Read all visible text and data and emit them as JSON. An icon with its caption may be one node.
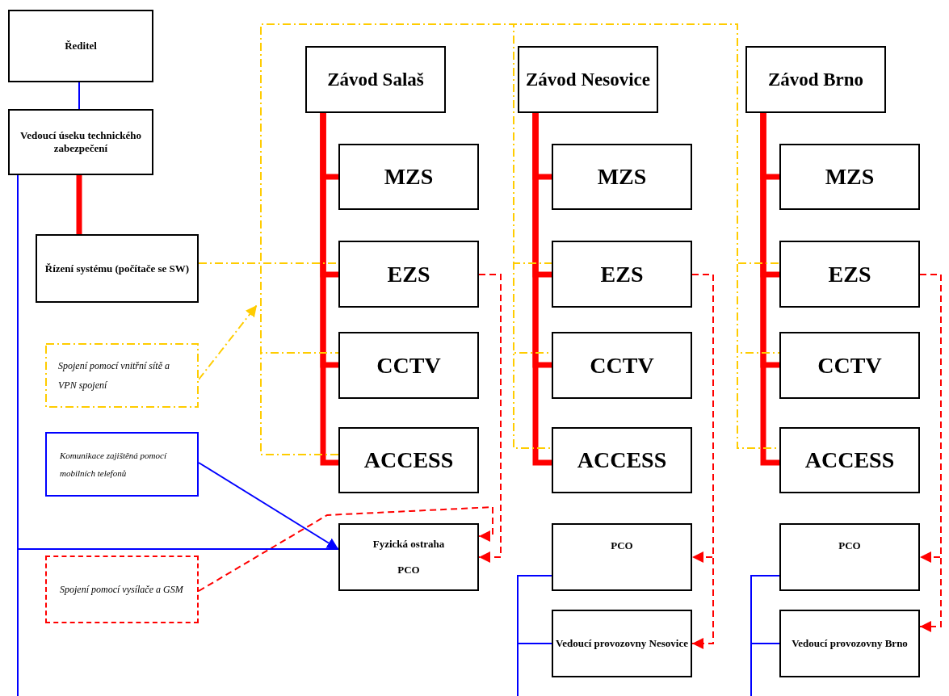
{
  "diagram": {
    "nodes": [
      {
        "text": [
          "Ředitel"
        ]
      },
      {
        "text": [
          "Vedoucí úseku technického zabezpečení"
        ]
      },
      {
        "text": [
          "Řízení systému (počítače se SW)"
        ]
      },
      {
        "text": [
          "Spojení pomocí vnitřní sítě a VPN spojení"
        ]
      },
      {
        "text": [
          "Komunikace zajištěná pomocí mobilních telefonů"
        ]
      },
      {
        "text": [
          "Spojení pomocí vysílače a GSM"
        ]
      },
      {
        "text": [
          "Závod Salaš"
        ]
      },
      {
        "text": [
          "MZS"
        ]
      },
      {
        "text": [
          "EZS"
        ]
      },
      {
        "text": [
          "CCTV"
        ]
      },
      {
        "text": [
          "ACCESS"
        ]
      },
      {
        "text": [
          "Fyzická ostraha",
          "PCO"
        ]
      },
      {
        "text": [
          "Závod Nesovice"
        ]
      },
      {
        "text": [
          "MZS"
        ]
      },
      {
        "text": [
          "EZS"
        ]
      },
      {
        "text": [
          "CCTV"
        ]
      },
      {
        "text": [
          "ACCESS"
        ]
      },
      {
        "text": [
          "PCO"
        ]
      },
      {
        "text": [
          "Vedoucí provozovny Nesovice"
        ]
      },
      {
        "text": [
          "Závod Brno"
        ]
      },
      {
        "text": [
          "MZS"
        ]
      },
      {
        "text": [
          "EZS"
        ]
      },
      {
        "text": [
          "CCTV"
        ]
      },
      {
        "text": [
          "ACCESS"
        ]
      },
      {
        "text": [
          "PCO"
        ]
      },
      {
        "text": [
          "Vedoucí provozovny Brno"
        ]
      }
    ],
    "edges": [
      {
        "from": 0,
        "to": 1,
        "arrow": "none",
        "color": "#0000ff"
      },
      {
        "from": 1,
        "to": 2,
        "arrow": "none",
        "style": "thick"
      },
      {
        "from": 6,
        "to": 7,
        "arrow": "none",
        "style": "thick"
      },
      {
        "from": 6,
        "to": 8,
        "arrow": "none",
        "style": "thick"
      },
      {
        "from": 6,
        "to": 9,
        "arrow": "none",
        "style": "thick"
      },
      {
        "from": 6,
        "to": 10,
        "arrow": "none",
        "style": "thick"
      },
      {
        "from": 12,
        "to": 13,
        "arrow": "none",
        "style": "thick"
      },
      {
        "from": 12,
        "to": 14,
        "arrow": "none",
        "style": "thick"
      },
      {
        "from": 12,
        "to": 15,
        "arrow": "none",
        "style": "thick"
      },
      {
        "from": 12,
        "to": 16,
        "arrow": "none",
        "style": "thick"
      },
      {
        "from": 19,
        "to": 20,
        "arrow": "none",
        "style": "thick"
      },
      {
        "from": 19,
        "to": 21,
        "arrow": "none",
        "style": "thick"
      },
      {
        "from": 19,
        "to": 22,
        "arrow": "none",
        "style": "thick"
      },
      {
        "from": 19,
        "to": 23,
        "arrow": "none",
        "style": "thick"
      },
      {
        "from": 2,
        "to": 8,
        "arrow": "none",
        "style": "dashed",
        "color": "#ffcc00"
      },
      {
        "from": 2,
        "to": 9,
        "arrow": "none",
        "style": "dashed",
        "color": "#ffcc00"
      },
      {
        "from": 2,
        "to": 10,
        "arrow": "none",
        "style": "dashed",
        "color": "#ffcc00"
      },
      {
        "from": 2,
        "to": 14,
        "arrow": "none",
        "style": "dashed",
        "color": "#ffcc00"
      },
      {
        "from": 2,
        "to": 15,
        "arrow": "none",
        "style": "dashed",
        "color": "#ffcc00"
      },
      {
        "from": 2,
        "to": 16,
        "arrow": "none",
        "style": "dashed",
        "color": "#ffcc00"
      },
      {
        "from": 2,
        "to": 21,
        "arrow": "none",
        "style": "dashed",
        "color": "#ffcc00"
      },
      {
        "from": 2,
        "to": 22,
        "arrow": "none",
        "style": "dashed",
        "color": "#ffcc00"
      },
      {
        "from": 2,
        "to": 23,
        "arrow": "none",
        "style": "dashed",
        "color": "#ffcc00"
      },
      {
        "from": 3,
        "to": null,
        "arrow": "to",
        "style": "dashed",
        "color": "#ffcc00"
      },
      {
        "from": 8,
        "to": 11,
        "arrow": "to",
        "style": "dashed"
      },
      {
        "from": 14,
        "to": 17,
        "arrow": "to",
        "style": "dashed"
      },
      {
        "from": 14,
        "to": 18,
        "arrow": "to",
        "style": "dashed"
      },
      {
        "from": 21,
        "to": 24,
        "arrow": "to",
        "style": "dashed"
      },
      {
        "from": 21,
        "to": 25,
        "arrow": "to",
        "style": "dashed"
      },
      {
        "from": 5,
        "to": 11,
        "arrow": "to",
        "style": "dashed"
      },
      {
        "from": 1,
        "to": 11,
        "arrow": "none",
        "color": "#0000ff"
      },
      {
        "from": 1,
        "to": null,
        "arrow": "none",
        "color": "#0000ff"
      },
      {
        "from": 4,
        "to": 11,
        "arrow": "to",
        "color": "#0000ff"
      },
      {
        "from": 17,
        "to": null,
        "arrow": "none",
        "color": "#0000ff"
      },
      {
        "from": 18,
        "to": null,
        "arrow": "none",
        "color": "#0000ff"
      },
      {
        "from": 24,
        "to": null,
        "arrow": "none",
        "color": "#0000ff"
      },
      {
        "from": 25,
        "to": null,
        "arrow": "none",
        "color": "#0000ff"
      }
    ]
  }
}
